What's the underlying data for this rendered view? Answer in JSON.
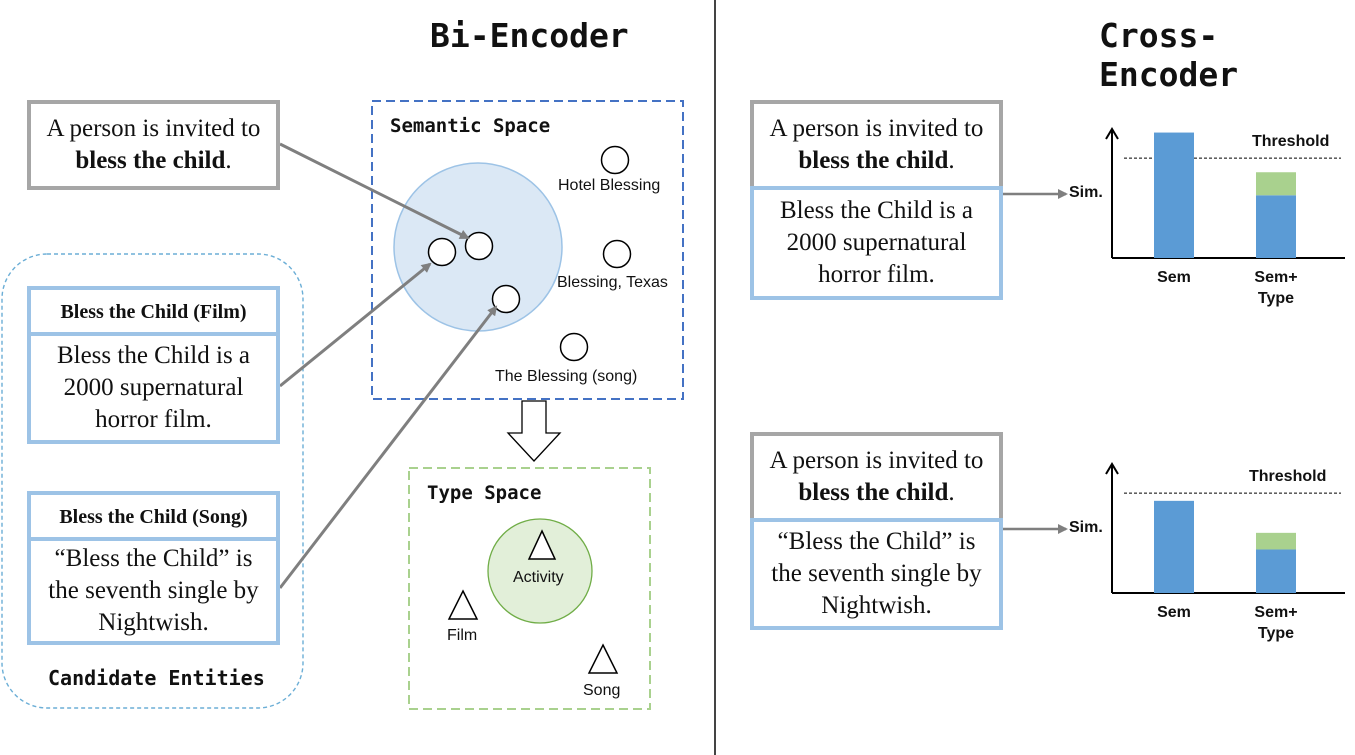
{
  "bi_encoder": {
    "title": "Bi-Encoder",
    "mention": {
      "line1": "A person is invited to",
      "emphasis": "bless the child",
      "end": "."
    },
    "candidates": {
      "group_label": "Candidate Entities",
      "film": {
        "title": "Bless the Child (Film)",
        "description": "Bless the Child is a 2000 supernatural horror film."
      },
      "song": {
        "title": "Bless the Child (Song)",
        "description": "“Bless the Child” is the seventh single by Nightwish."
      }
    },
    "semantic_space": {
      "label": "Semantic Space",
      "points": [
        "Hotel Blessing",
        "Blessing, Texas",
        "The Blessing (song)"
      ]
    },
    "type_space": {
      "label": "Type Space",
      "types": [
        "Activity",
        "Film",
        "Song"
      ]
    }
  },
  "cross_encoder": {
    "title": "Cross-Encoder",
    "examples": [
      {
        "mention": {
          "line1": "A person is invited to",
          "emphasis": "bless the child",
          "end": "."
        },
        "description": "Bless the Child is a 2000 supernatural horror film.",
        "chart_data": {
          "type": "bar",
          "categories": [
            "Sem",
            "Sem+\nType"
          ],
          "ylabel": "Sim.",
          "threshold_label": "Threshold",
          "threshold": 0.78,
          "series": [
            {
              "values": [
                0.98,
                0.49
              ],
              "color": "#5b9bd5"
            },
            {
              "values": [
                0,
                0.18
              ],
              "color": "#a9d18e"
            }
          ],
          "ylim": [
            0,
            1.0
          ]
        }
      },
      {
        "mention": {
          "line1": "A person is invited to",
          "emphasis": "bless the child",
          "end": "."
        },
        "description": "“Bless the Child” is the seventh single by Nightwish.",
        "chart_data": {
          "type": "bar",
          "categories": [
            "Sem",
            "Sem+\nType"
          ],
          "ylabel": "Sim.",
          "threshold_label": "Threshold",
          "threshold": 0.78,
          "series": [
            {
              "values": [
                0.72,
                0.34
              ],
              "color": "#5b9bd5"
            },
            {
              "values": [
                0,
                0.13
              ],
              "color": "#a9d18e"
            }
          ],
          "ylim": [
            0,
            1.0
          ]
        }
      }
    ]
  }
}
